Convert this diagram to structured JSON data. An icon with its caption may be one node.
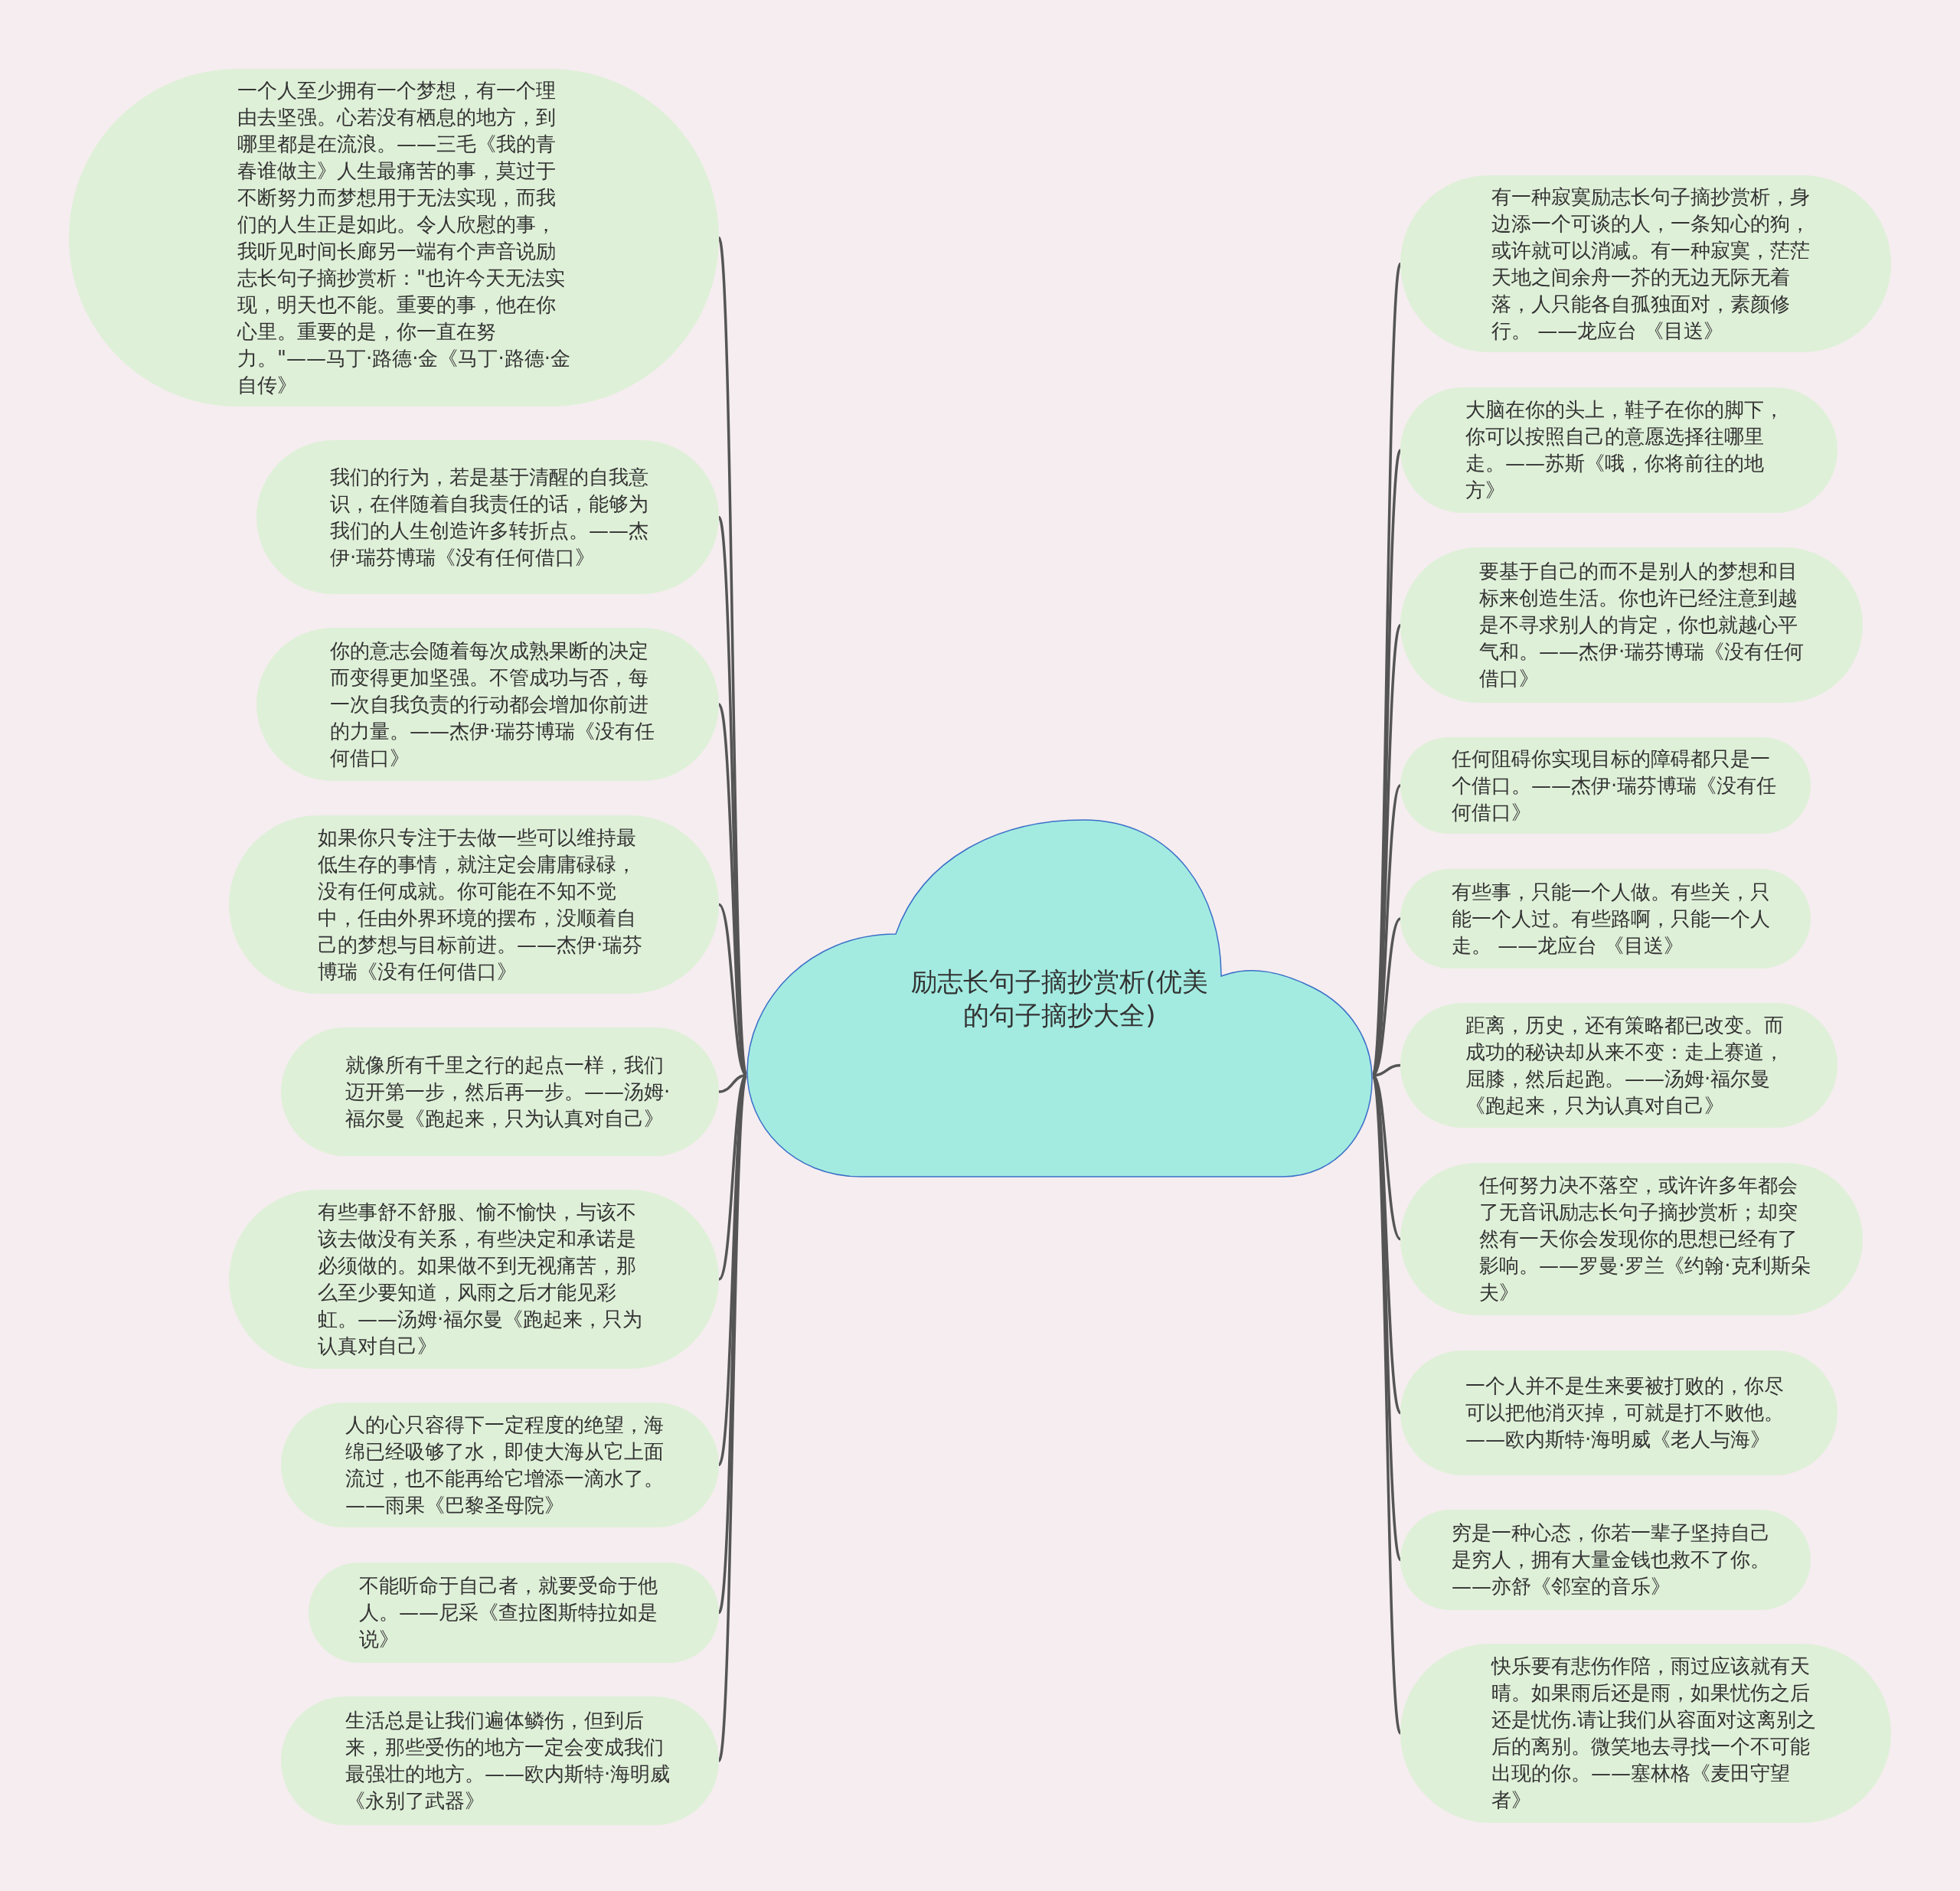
{
  "diagram": {
    "nodes": [
      {
        "text": [
          "励志长句子摘抄赏析(优美的句子摘抄大全)"
        ]
      },
      {
        "text": [
          "一个人至少拥有一个梦想，有一个理由去坚强。心若没有栖息的地方，到哪里都是在流浪。——三毛《我的青春谁做主》人生最痛苦的事，莫过于不断努力而梦想用于无法实现，而我们的人生正是如此。令人欣慰的事，我听见时间长廊另一端有个声音说励志长句子摘抄赏析：\"也许今天无法实现，明天也不能。重要的事，他在你心里。重要的是，你一直在努力。\"——马丁·路德·金《马丁·路德·金自传》"
        ]
      },
      {
        "text": [
          "我们的行为，若是基于清醒的自我意识，在伴随着自我责任的话，能够为我们的人生创造许多转折点。——杰伊·瑞芬博瑞《没有任何借口》"
        ]
      },
      {
        "text": [
          "你的意志会随着每次成熟果断的决定而变得更加坚强。不管成功与否，每一次自我负责的行动都会增加你前进的力量。——杰伊·瑞芬博瑞《没有任何借口》"
        ]
      },
      {
        "text": [
          "如果你只专注于去做一些可以维持最低生存的事情，就注定会庸庸碌碌，没有任何成就。你可能在不知不觉中，任由外界环境的摆布，没顺着自己的梦想与目标前进。——杰伊·瑞芬博瑞《没有任何借口》"
        ]
      },
      {
        "text": [
          "就像所有千里之行的起点一样，我们迈开第一步，然后再一步。——汤姆·福尔曼《跑起来，只为认真对自己》"
        ]
      },
      {
        "text": [
          "有些事舒不舒服、愉不愉快，与该不该去做没有关系，有些决定和承诺是必须做的。如果做不到无视痛苦，那么至少要知道，风雨之后才能见彩虹。——汤姆·福尔曼《跑起来，只为认真对自己》"
        ]
      },
      {
        "text": [
          "人的心只容得下一定程度的绝望，海绵已经吸够了水，即使大海从它上面流过，也不能再给它增添一滴水了。——雨果《巴黎圣母院》"
        ]
      },
      {
        "text": [
          "不能听命于自己者，就要受命于他人。——尼采《查拉图斯特拉如是说》"
        ]
      },
      {
        "text": [
          "生活总是让我们遍体鳞伤，但到后来，那些受伤的地方一定会变成我们最强壮的地方。——欧内斯特·海明威《永别了武器》"
        ]
      },
      {
        "text": [
          "有一种寂寞励志长句子摘抄赏析，身边添一个可谈的人，一条知心的狗，或许就可以消减。有一种寂寞，茫茫天地之间余舟一芥的无边无际无着落，人只能各自孤独面对，素颜修行。 ——龙应台 《目送》"
        ]
      },
      {
        "text": [
          "大脑在你的头上，鞋子在你的脚下，你可以按照自己的意愿选择往哪里走。——苏斯《哦，你将前往的地方》"
        ]
      },
      {
        "text": [
          "要基于自己的而不是别人的梦想和目标来创造生活。你也许已经注意到越是不寻求别人的肯定，你也就越心平气和。——杰伊·瑞芬博瑞《没有任何借口》"
        ]
      },
      {
        "text": [
          "任何阻碍你实现目标的障碍都只是一个借口。——杰伊·瑞芬博瑞《没有任何借口》"
        ]
      },
      {
        "text": [
          "有些事，只能一个人做。有些关，只能一个人过。有些路啊，只能一个人走。 ——龙应台 《目送》"
        ]
      },
      {
        "text": [
          "距离，历史，还有策略都已改变。而成功的秘诀却从来不变：走上赛道，屈膝，然后起跑。——汤姆·福尔曼《跑起来，只为认真对自己》"
        ]
      },
      {
        "text": [
          "任何努力决不落空，或许许多年都会了无音讯励志长句子摘抄赏析；却突然有一天你会发现你的思想已经有了影响。——罗曼·罗兰《约翰·克利斯朵夫》"
        ]
      },
      {
        "text": [
          "一个人并不是生来要被打败的，你尽可以把他消灭掉，可就是打不败他。——欧内斯特·海明威《老人与海》"
        ]
      },
      {
        "text": [
          "穷是一种心态，你若一辈子坚持自己是穷人，拥有大量金钱也救不了你。——亦舒《邻室的音乐》"
        ]
      },
      {
        "text": [
          "快乐要有悲伤作陪，雨过应该就有天晴。如果雨后还是雨，如果忧伤之后还是忧伤.请让我们从容面对这离别之后的离别。微笑地去寻找一个不可能出现的你。——塞林格《麦田守望者》"
        ]
      }
    ],
    "edges": [
      {
        "from": 0,
        "to": 1,
        "arrow": "none"
      },
      {
        "from": 0,
        "to": 2,
        "arrow": "none"
      },
      {
        "from": 0,
        "to": 3,
        "arrow": "none"
      },
      {
        "from": 0,
        "to": 4,
        "arrow": "none"
      },
      {
        "from": 0,
        "to": 5,
        "arrow": "none"
      },
      {
        "from": 0,
        "to": 6,
        "arrow": "none"
      },
      {
        "from": 0,
        "to": 7,
        "arrow": "none"
      },
      {
        "from": 0,
        "to": 8,
        "arrow": "none"
      },
      {
        "from": 0,
        "to": 9,
        "arrow": "none"
      },
      {
        "from": 0,
        "to": 10,
        "arrow": "none"
      },
      {
        "from": 0,
        "to": 11,
        "arrow": "none"
      },
      {
        "from": 0,
        "to": 12,
        "arrow": "none"
      },
      {
        "from": 0,
        "to": 13,
        "arrow": "none"
      },
      {
        "from": 0,
        "to": 14,
        "arrow": "none"
      },
      {
        "from": 0,
        "to": 15,
        "arrow": "none"
      },
      {
        "from": 0,
        "to": 16,
        "arrow": "none"
      },
      {
        "from": 0,
        "to": 17,
        "arrow": "none"
      },
      {
        "from": 0,
        "to": 18,
        "arrow": "none"
      },
      {
        "from": 0,
        "to": 19,
        "arrow": "none"
      }
    ]
  }
}
